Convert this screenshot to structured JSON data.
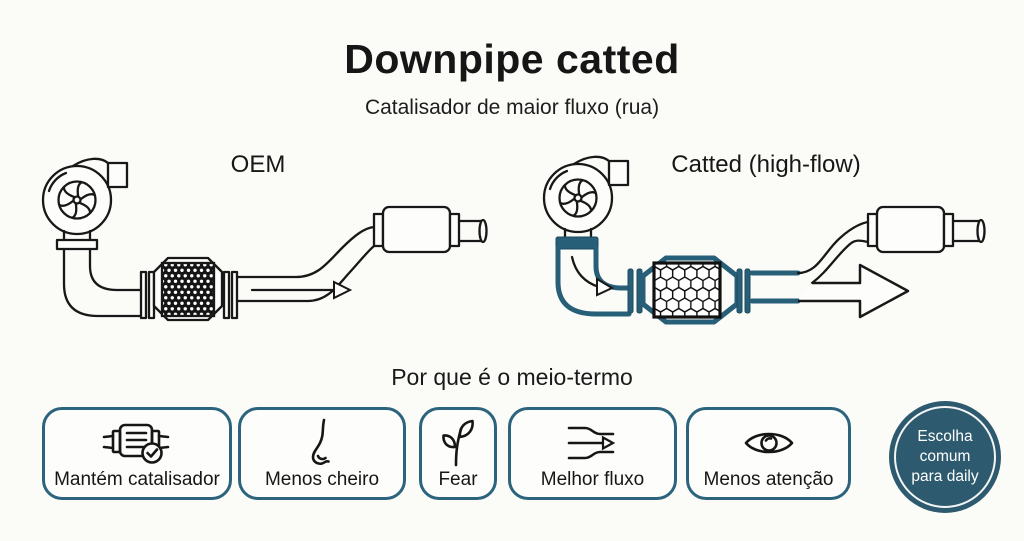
{
  "header": {
    "title": "Downpipe catted",
    "subtitle": "Catalisador de maior fluxo (rua)"
  },
  "diagram": {
    "left_label": "OEM",
    "right_label": "Catted (high-flow)",
    "left_icons": [
      "turbo-icon",
      "downpipe-icon",
      "oem-catalytic-converter-icon",
      "muffler-icon",
      "flow-arrow-icon"
    ],
    "right_icons": [
      "turbo-icon",
      "downpipe-icon",
      "highflow-catalytic-converter-icon",
      "muffler-icon",
      "big-flow-arrow-icon"
    ]
  },
  "section": {
    "heading": "Por que é o meio-termo"
  },
  "cards": [
    {
      "label": "Mantém catalisador",
      "icon": "catalytic-converter-check-icon"
    },
    {
      "label": "Menos cheiro",
      "icon": "nose-icon"
    },
    {
      "label": "Fear",
      "icon": "leaf-icon"
    },
    {
      "label": "Melhor fluxo",
      "icon": "flow-lines-icon"
    },
    {
      "label": "Menos atenção",
      "icon": "eye-icon"
    }
  ],
  "badge": {
    "text": "Escolha comum para daily",
    "lines": [
      "Escolha",
      "comum",
      "para daily"
    ]
  },
  "colors": {
    "background": "#fbfbf8",
    "ink": "#1c1c1c",
    "diagram_teal": "#285f78",
    "card_border": "#2d647d",
    "badge_fill": "#2d5a6e",
    "badge_text": "#ffffff"
  }
}
